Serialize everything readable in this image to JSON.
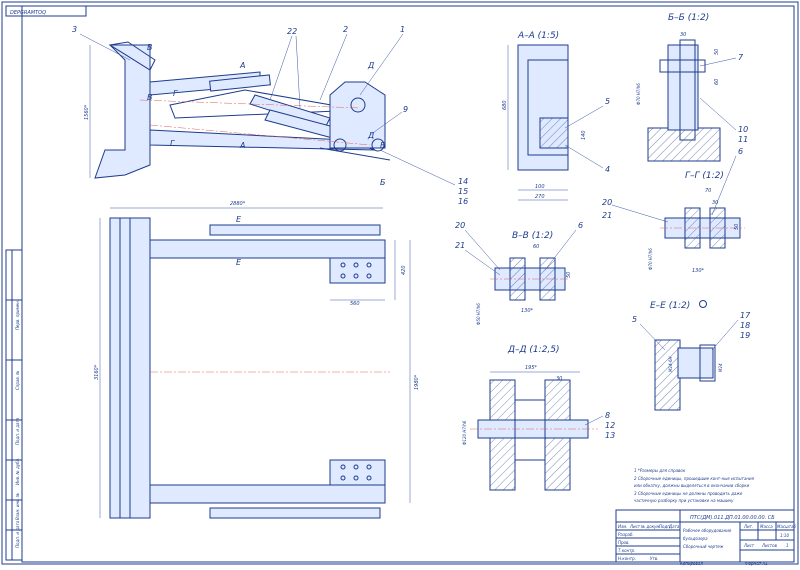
{
  "stamp_code": "DEPGRAMTOQ",
  "title_block": {
    "doc_number": "ПТС(ДМ).011.ДП.01.00.00.00. СБ",
    "name_line1": "Рабочее оборудование",
    "name_line2": "бульдозера",
    "name_line3": "Сборочный чертеж",
    "scale": "1:10",
    "col_lit": "Лит.",
    "col_mass": "Масса",
    "col_scale": "Масштаб",
    "sheet_label": "Лист",
    "sheets_label": "Листов",
    "sheets_value": "1",
    "copied": "Копировал",
    "format": "Формат   А1",
    "rows": [
      "Изм.",
      "Лист",
      "№ докум.",
      "Подп.",
      "Дата",
      "Разраб.",
      "Пров.",
      "Т.контр.",
      "Н.контр.",
      "Утв."
    ]
  },
  "side_stamps": [
    "Перв. примен.",
    "Справ. №",
    "Подп. и дата",
    "Инв. № дубл.",
    "Взам. инв. №",
    "Подп. и дата",
    "Инв. № подл."
  ],
  "notes": [
    "1 *Размеры для справок",
    "2 Сборочные единицы, прошедшие конт-ные испытания",
    "   или обкатку, должны выделяться в окончании сборки",
    "3 Сборочные единицы не должны проводить даже",
    "   частичную разборку при установке на машину"
  ],
  "section_titles": {
    "aa": "А–А  (1:5)",
    "bb": "Б–Б  (1:2)",
    "vv": "В–В  (1:2)",
    "gg": "Г–Г  (1:2)",
    "dd": "Д–Д  (1:2,5)",
    "ee": "Е–Е  (1:2)"
  },
  "section_marks": [
    "В",
    "В",
    "Г",
    "Г",
    "А",
    "А",
    "Д",
    "Д",
    "Б",
    "Б",
    "Е",
    "Е"
  ],
  "leaders": [
    "1",
    "2",
    "3",
    "22",
    "9",
    "14",
    "15",
    "16",
    "5",
    "4",
    "7",
    "10",
    "11",
    "6",
    "20",
    "21",
    "6",
    "20",
    "21",
    "17",
    "18",
    "19",
    "5",
    "8",
    "12",
    "13"
  ],
  "dimensions": {
    "front_height": "1560*",
    "width": "2880*",
    "plan_height": "3160*",
    "plan_inner": "1980*",
    "stroke1": "420",
    "stroke2": "560",
    "aa_h": "680",
    "aa_w1": "100",
    "aa_w2": "270",
    "aa_w3": "140",
    "bb_top": "30",
    "bb_50": "50",
    "bb_60": "60",
    "bb_phi": "Ф70 H7/h6",
    "vv_60": "60",
    "vv_50": "50",
    "vv_130": "130*",
    "vv_phi": "Ф50 H7/h6",
    "gg_70": "70",
    "gg_30": "30",
    "gg_50": "50",
    "gg_130": "130*",
    "gg_phi": "Ф70 H7/h6",
    "dd_195": "195*",
    "dd_30": "30",
    "dd_phi": "Ф120 H7/h6",
    "ee_m24": "М24-6Н",
    "ee_m24b": "М24"
  }
}
